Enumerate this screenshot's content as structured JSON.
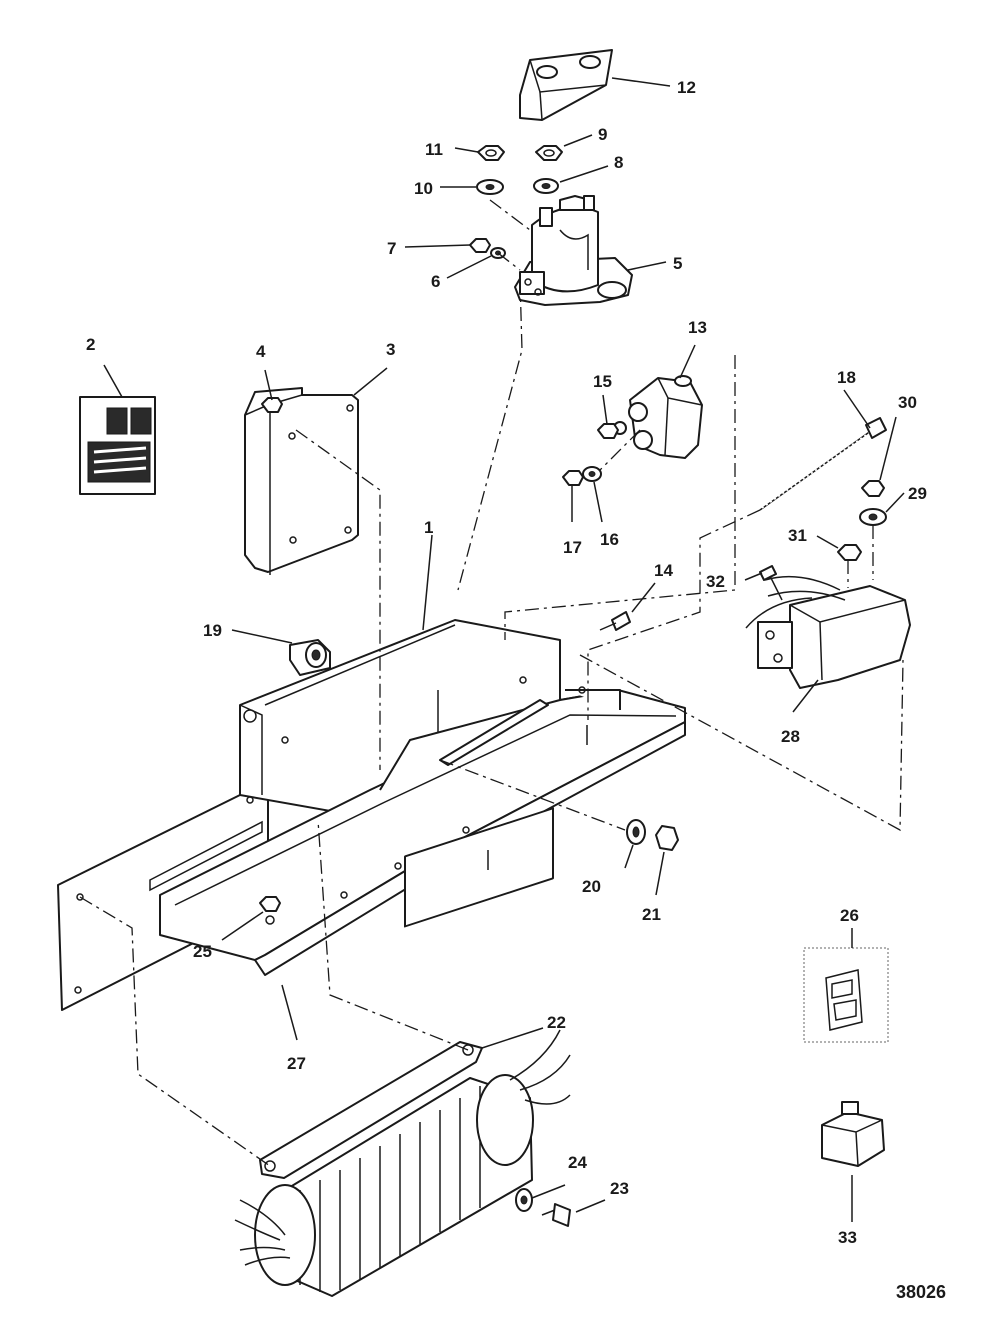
{
  "diagram": {
    "type": "exploded parts diagram",
    "figure_number": "38026",
    "callouts": [
      "1",
      "2",
      "3",
      "4",
      "5",
      "6",
      "7",
      "8",
      "9",
      "10",
      "11",
      "12",
      "13",
      "14",
      "15",
      "16",
      "17",
      "18",
      "19",
      "20",
      "21",
      "22",
      "23",
      "24",
      "25",
      "26",
      "27",
      "28",
      "29",
      "30",
      "31",
      "32",
      "33"
    ]
  },
  "colors": {
    "line": "#1a1a1a",
    "background": "#ffffff",
    "shade": "#bdbdbd"
  }
}
